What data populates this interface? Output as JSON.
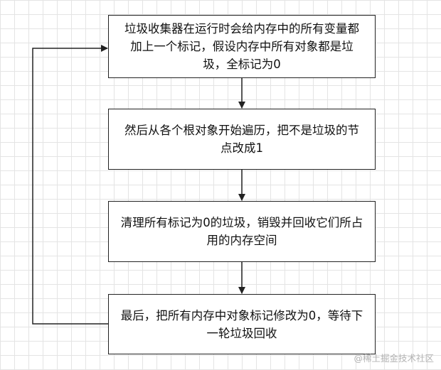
{
  "steps": [
    {
      "text": "垃圾收集器在运行时会给内存中的所有变量都加上一个标记，假设内存中所有对象都是垃圾，全标记为0"
    },
    {
      "text": "然后从各个根对象开始遍历，把不是垃圾的节点改成1"
    },
    {
      "text": "清理所有标记为0的垃圾，销毁并回收它们所占用的内存空间"
    },
    {
      "text": "最后，把所有内存中对象标记修改为0，等待下一轮垃圾回收"
    }
  ],
  "watermark": "@稀土掘金技术社区",
  "colors": {
    "stroke": "#222222",
    "grid": "#e4e4e4",
    "background": "#ffffff",
    "watermark": "#b3b3b3"
  }
}
